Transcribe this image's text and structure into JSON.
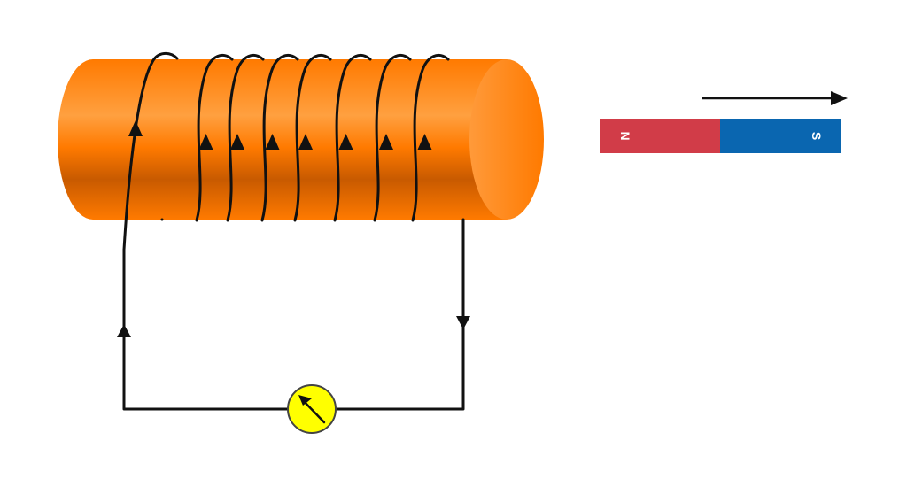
{
  "colors": {
    "background": "#ffffff",
    "core_light": "#ffa040",
    "core_mid": "#ff7a00",
    "core_dark": "#c85a00",
    "core_cap": "#ff9a3a",
    "wire": "#111111",
    "meter_fill": "#ffff00",
    "meter_stroke": "#444444",
    "magnet_north": "#d13c48",
    "magnet_south": "#0a66b0"
  },
  "coil": {
    "turns": 8,
    "current_direction_on_turns": "up",
    "left_lead_direction": "up",
    "right_lead_direction": "down"
  },
  "meter": {
    "type": "galvanometer",
    "icon": "needle-arrow-icon",
    "needle_direction": "up-left"
  },
  "magnet": {
    "north_label": "N",
    "south_label": "S",
    "motion_direction": "right",
    "motion_icon": "arrow-right-icon"
  }
}
